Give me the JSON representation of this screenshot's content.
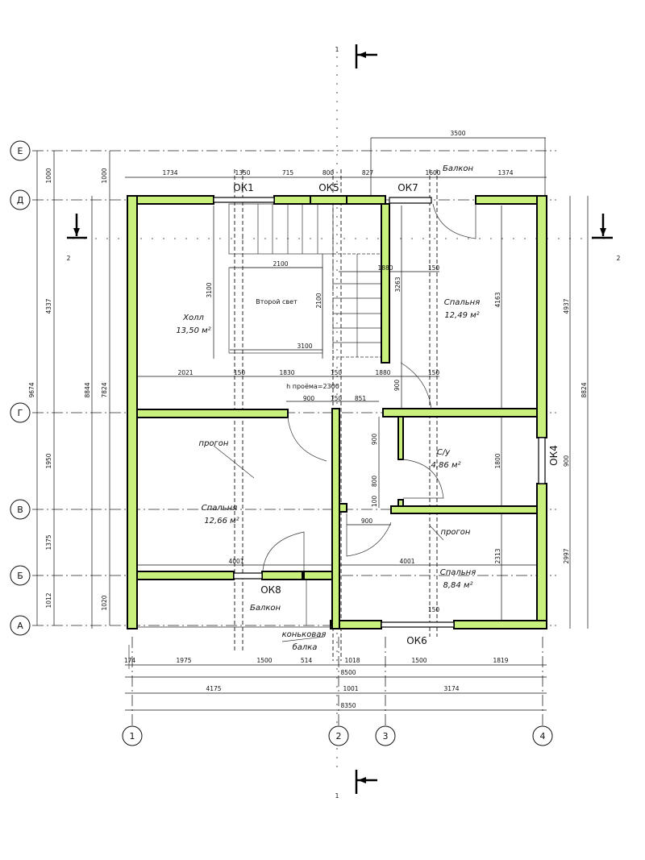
{
  "axes": {
    "rows": [
      "Е",
      "Д",
      "Г",
      "В",
      "Б",
      "А"
    ],
    "cols": [
      "1",
      "2",
      "3",
      "4"
    ]
  },
  "section_marks": {
    "top": "1",
    "bottom": "1",
    "left": "2",
    "right": "2"
  },
  "rooms": [
    {
      "name": "Холл",
      "area": "13,50 м²"
    },
    {
      "name": "Спальня",
      "area": "12,49 м²"
    },
    {
      "name": "С/у",
      "area": "4,86 м²"
    },
    {
      "name": "Спальня",
      "area": "12,66 м²"
    },
    {
      "name": "Спальня",
      "area": "8,84 м²"
    }
  ],
  "labels": {
    "second_light": "Второй свет",
    "balcony_top": "Балкон",
    "balcony_bottom": "Балкон",
    "purlin_left": "прогон",
    "purlin_right": "прогон",
    "ridge_beam_1": "коньковая",
    "ridge_beam_2": "балка",
    "opening_height": "h проёма=2300"
  },
  "windows": {
    "ok1": "ОК1",
    "ok5": "ОК5",
    "ok7": "ОК7",
    "ok4": "ОК4",
    "ok8": "ОК8",
    "ok6": "ОК6"
  },
  "dims": {
    "top": [
      "1734",
      "1350",
      "715",
      "800",
      "827",
      "1600",
      "1374"
    ],
    "top_balcony": "3500",
    "left_chain": [
      "1000",
      "4337",
      "1950",
      "1375",
      "1012"
    ],
    "left_total": "9674",
    "left_inner": [
      "1000",
      "7824",
      "1020"
    ],
    "left_inner_total": "8844",
    "right_chain": [
      "4937",
      "2997"
    ],
    "right_window": "900",
    "right_total": "8824",
    "right_inner": [
      "4163",
      "1800",
      "2313"
    ],
    "interior": [
      "2100",
      "3100",
      "2100",
      "3100",
      "1880",
      "150",
      "3263",
      "2021",
      "150",
      "1830",
      "150",
      "1880",
      "150",
      "900",
      "150",
      "851",
      "900",
      "900",
      "800",
      "100",
      "900",
      "4001",
      "4001",
      "150"
    ],
    "bottom_chain": [
      "174",
      "1975",
      "1500",
      "514",
      "1018",
      "1500",
      "1819"
    ],
    "bottom_total_1": "8500",
    "bottom_axes": [
      "4175",
      "1001",
      "3174"
    ],
    "bottom_total_2": "8350"
  }
}
